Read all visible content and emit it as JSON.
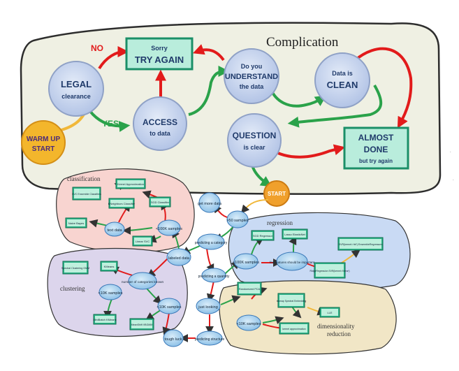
{
  "top_panel": {
    "title": "Complication",
    "warmup": [
      "WARM UP",
      "START"
    ],
    "legal": [
      "LEGAL",
      "clearance"
    ],
    "access": [
      "ACCESS",
      "to data"
    ],
    "try_again": [
      "Sorry",
      "TRY AGAIN"
    ],
    "understand": [
      "Do you",
      "UNDERSTAND",
      "the data"
    ],
    "clean": [
      "Data is",
      "CLEAN"
    ],
    "question": [
      "QUESTION",
      "is clear"
    ],
    "almost_done": [
      "ALMOST",
      "DONE",
      "but try again"
    ],
    "edge_no": "NO",
    "edge_yes": "YES",
    "start": "START"
  },
  "cheatsheet": {
    "regions": [
      "classification",
      "regression",
      "clustering",
      "dimensionality",
      "reduction"
    ],
    "decisions": [
      "get more data",
      ">50 samples",
      "predicting a category",
      "labeled data",
      "<100K samples",
      "predicting a quantity",
      "just looking",
      "predicting structure",
      "tough luck",
      "number of categories known",
      "<10K samples",
      "<10K samples",
      "<100K samples",
      "few features should be important",
      "<10K samples",
      "text data"
    ],
    "estimators": [
      "SGD Classifier",
      "Kernel Approximation",
      "Linear SVC",
      "Naive Bayes",
      "KNeighbors Classifier",
      "SVC Ensemble Classifiers",
      "SGD Regressor",
      "Lasso ElasticNet",
      "SVR(kernel='rbf') EnsembleRegressors",
      "RidgeRegression SVR(kernel='linear')",
      "KMeans",
      "Spectral Clustering GMM",
      "MiniBatch KMeans",
      "MeanShift VBGMM",
      "Randomized PCA",
      "Isomap Spectral Embedding",
      "LLE",
      "kernel approximation"
    ]
  }
}
